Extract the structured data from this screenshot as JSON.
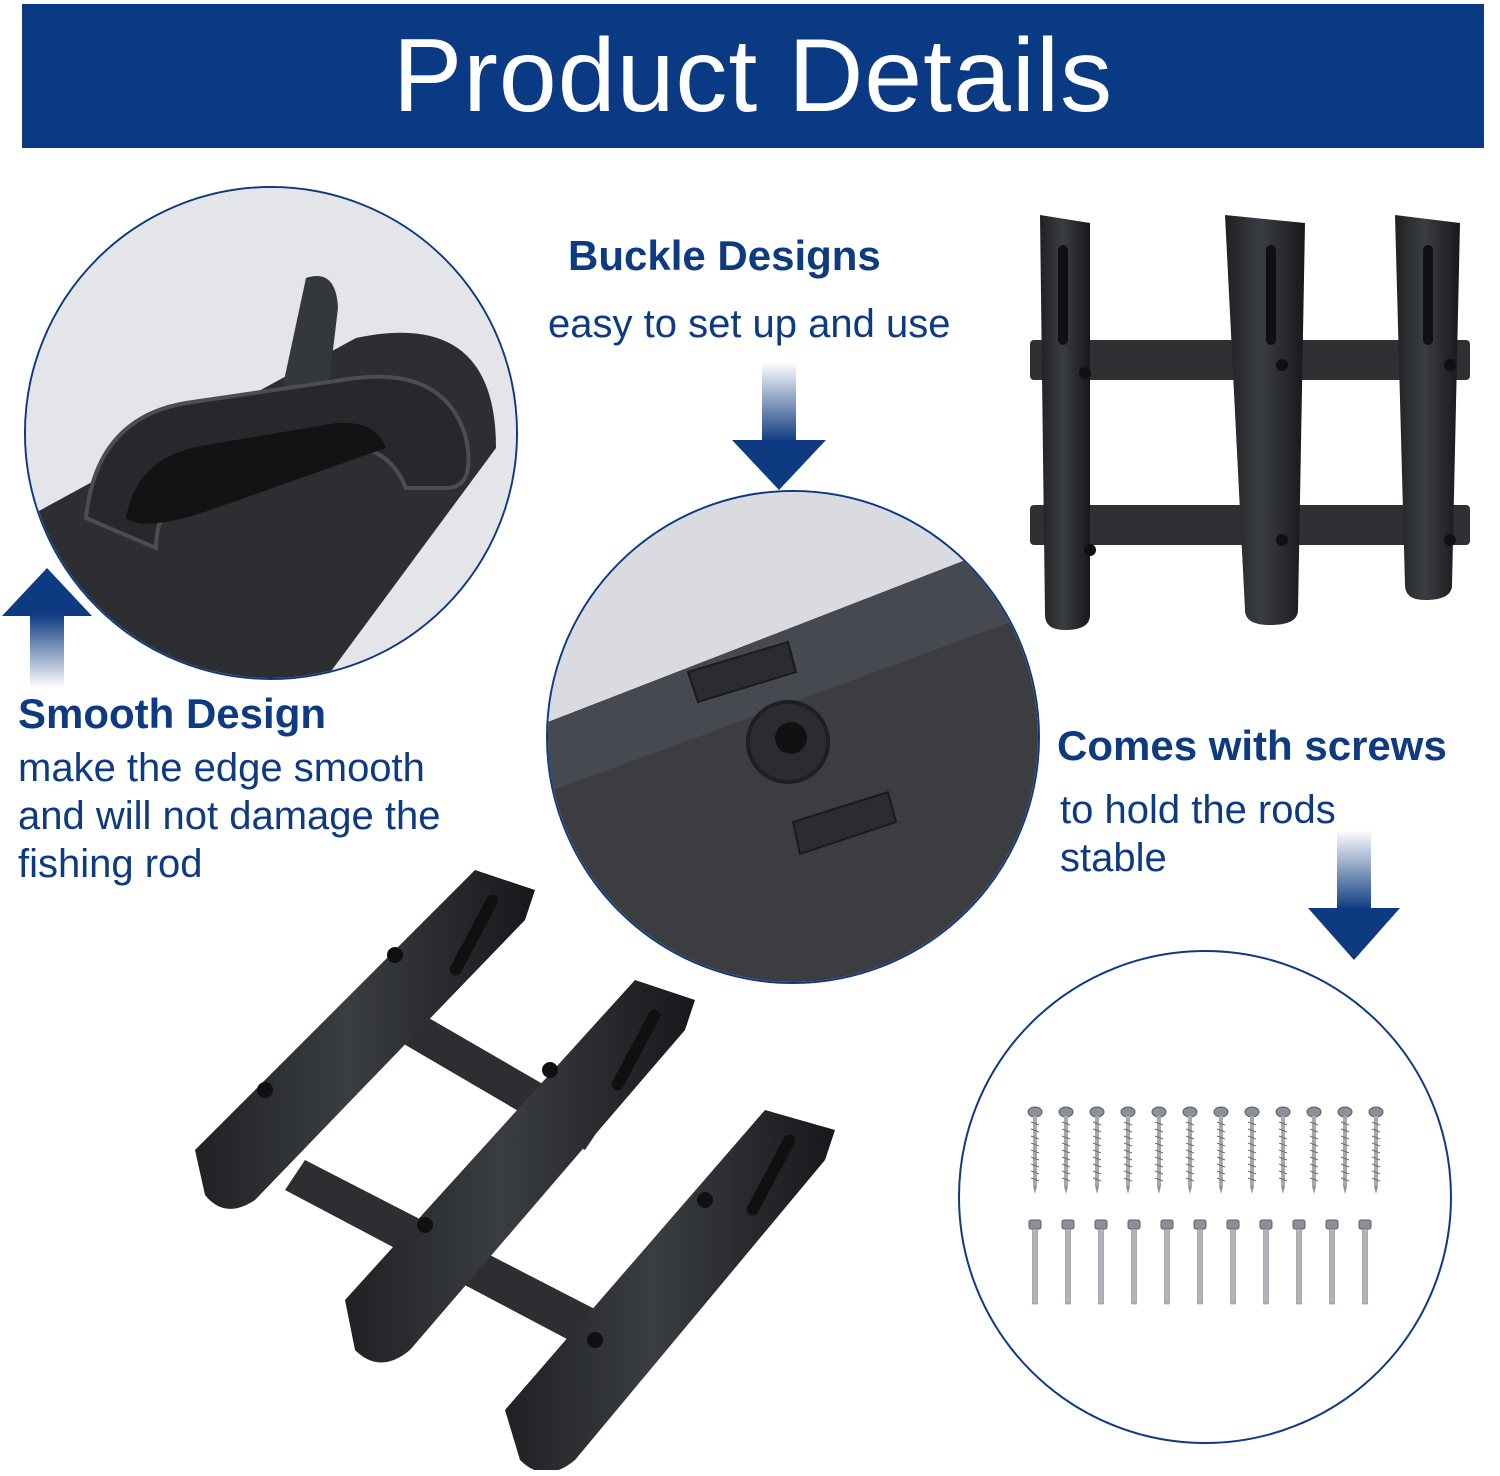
{
  "banner": {
    "title": "Product Details"
  },
  "features": {
    "buckle": {
      "heading": "Buckle Designs",
      "desc": "easy to set up and use"
    },
    "smooth": {
      "heading": "Smooth Design",
      "desc_lines": [
        "make the edge smooth",
        "and will not damage the",
        "fishing rod"
      ]
    },
    "screws": {
      "heading": "Comes with screws",
      "desc_lines": [
        "to hold the rods",
        "stable"
      ]
    }
  },
  "colors": {
    "accent": "#0b3a85",
    "text": "#0d3a80",
    "product": "#2a2c30"
  },
  "icons": [
    "arrow-down-icon",
    "arrow-up-icon"
  ]
}
